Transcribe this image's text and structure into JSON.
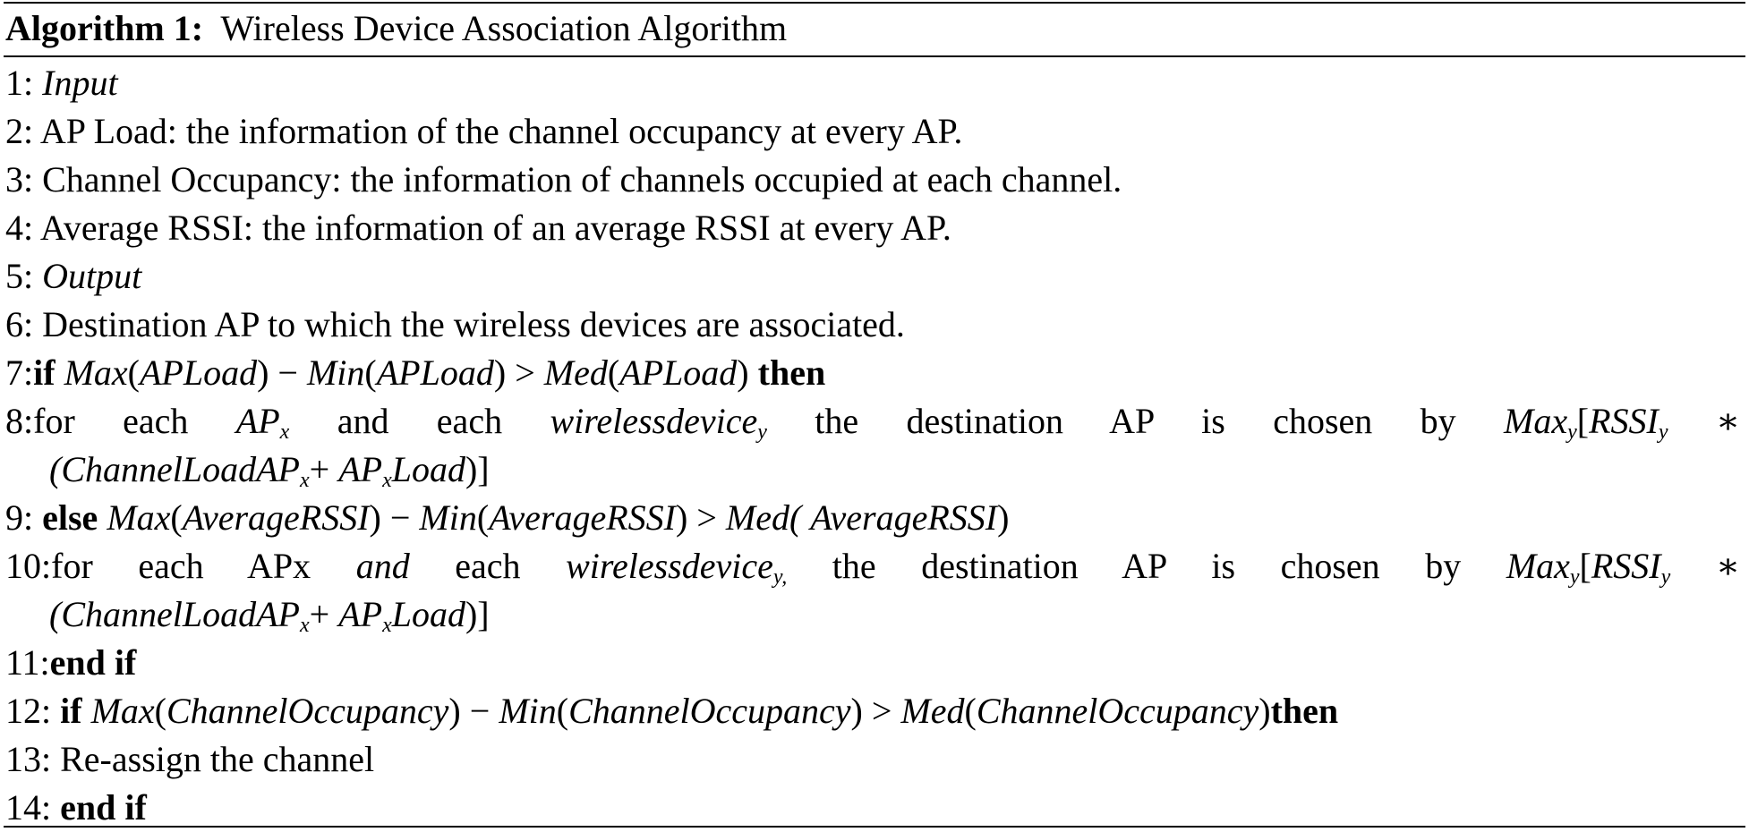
{
  "caption": {
    "label": "Algorithm 1:",
    "title": "Wireless Device Association Algorithm"
  },
  "lines": {
    "l1": {
      "num": "1:",
      "text": "Input"
    },
    "l2": {
      "num": "2:",
      "text": "AP Load: the information of the channel occupancy at every AP."
    },
    "l3": {
      "num": "3:",
      "text": "Channel Occupancy: the information of channels occupied at each channel."
    },
    "l4": {
      "num": "4:",
      "text": "Average RSSI: the information of an average RSSI at every AP."
    },
    "l5": {
      "num": "5:",
      "text": "Output"
    },
    "l6": {
      "num": "6:",
      "text": "Destination AP to which the wireless devices are associated."
    },
    "l7": {
      "num": "7:",
      "kw_if": "if",
      "max": "Max",
      "arg": "APLoad",
      "minus": " − ",
      "min": "Min",
      "gt": " > ",
      "med": "Med",
      "kw_then": "then"
    },
    "l8": {
      "num": "8:",
      "pre": "for each",
      "ap": "AP",
      "sub_x": "x",
      "and": "and each",
      "wd": "wirelessdevice",
      "sub_y": "y",
      "mid": "the destination AP is chosen by",
      "max": "Max",
      "rssi": "RSSI",
      "star": "∗",
      "cont_a": "(ChannelLoadAP",
      "plus": "+ ",
      "load": "Load",
      "close": ")]"
    },
    "l9": {
      "num": "9:",
      "kw_else": "else",
      "max": "Max",
      "arg": "AverageRSSI",
      "minus": " − ",
      "min": "Min",
      "gt": " > ",
      "med": "Med("
    },
    "l10": {
      "num": "10:",
      "pre": "for each APx",
      "and": "and",
      "each": "each",
      "wd": "wirelessdevice",
      "sub_y": "y,",
      "mid": "the destination AP is chosen by",
      "max": "Max",
      "rssi": "RSSI",
      "star": "∗",
      "cont_a": "(ChannelLoadAP",
      "plus": "+ ",
      "load": "Load",
      "close": ")]"
    },
    "l11": {
      "num": "11:",
      "kw": "end if"
    },
    "l12": {
      "num": "12:",
      "kw_if": "if",
      "max": "Max",
      "arg": "ChannelOccupancy",
      "minus": " − ",
      "min": "Min",
      "gt": " > ",
      "med": "Med",
      "kw_then": "then"
    },
    "l13": {
      "num": "13:",
      "text": "Re-assign the channel"
    },
    "l14": {
      "num": "14:",
      "kw": "end if"
    }
  }
}
